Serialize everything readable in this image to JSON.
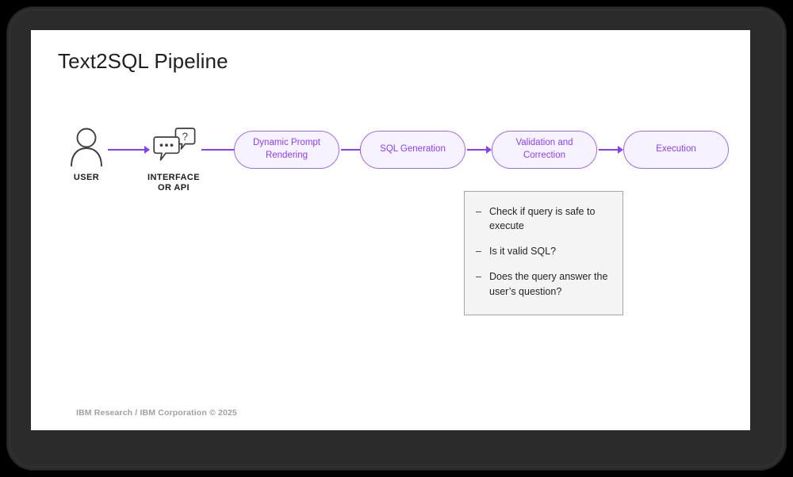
{
  "slide": {
    "title": "Text2SQL Pipeline",
    "footer": "IBM Research / IBM Corporation © 2025"
  },
  "colors": {
    "accent_purple": "#8a3ffc",
    "pill_border": "#a06cf0",
    "pill_fill": "#f7f2ff",
    "callout_fill": "#f4f4f4",
    "callout_border": "#a6a6a6",
    "bezel": "#2b2b2b",
    "slide_bg": "#ffffff",
    "title_text": "#202020",
    "footer_text": "#a0a0a0"
  },
  "diagram": {
    "type": "flow",
    "icons": [
      {
        "name": "user-icon",
        "label": "USER"
      },
      {
        "name": "chat-bubbles-icon",
        "label": "INTERFACE\nOR API"
      }
    ],
    "icon_labels": {
      "user": "USER",
      "interface_line1": "INTERFACE",
      "interface_line2": "OR API"
    },
    "stages": [
      {
        "id": "dynamic-prompt-rendering",
        "line1": "Dynamic Prompt",
        "line2": "Rendering"
      },
      {
        "id": "sql-generation",
        "line1": "SQL Generation",
        "line2": ""
      },
      {
        "id": "validation-and-correction",
        "line1": "Validation and",
        "line2": "Correction"
      },
      {
        "id": "execution",
        "line1": "Execution",
        "line2": ""
      }
    ]
  },
  "callout": {
    "attached_to": "Validation and Correction",
    "items": [
      "Check if query is safe to execute",
      "Is it valid SQL?",
      "Does the query answer the user’s question?"
    ],
    "dash": "–"
  }
}
